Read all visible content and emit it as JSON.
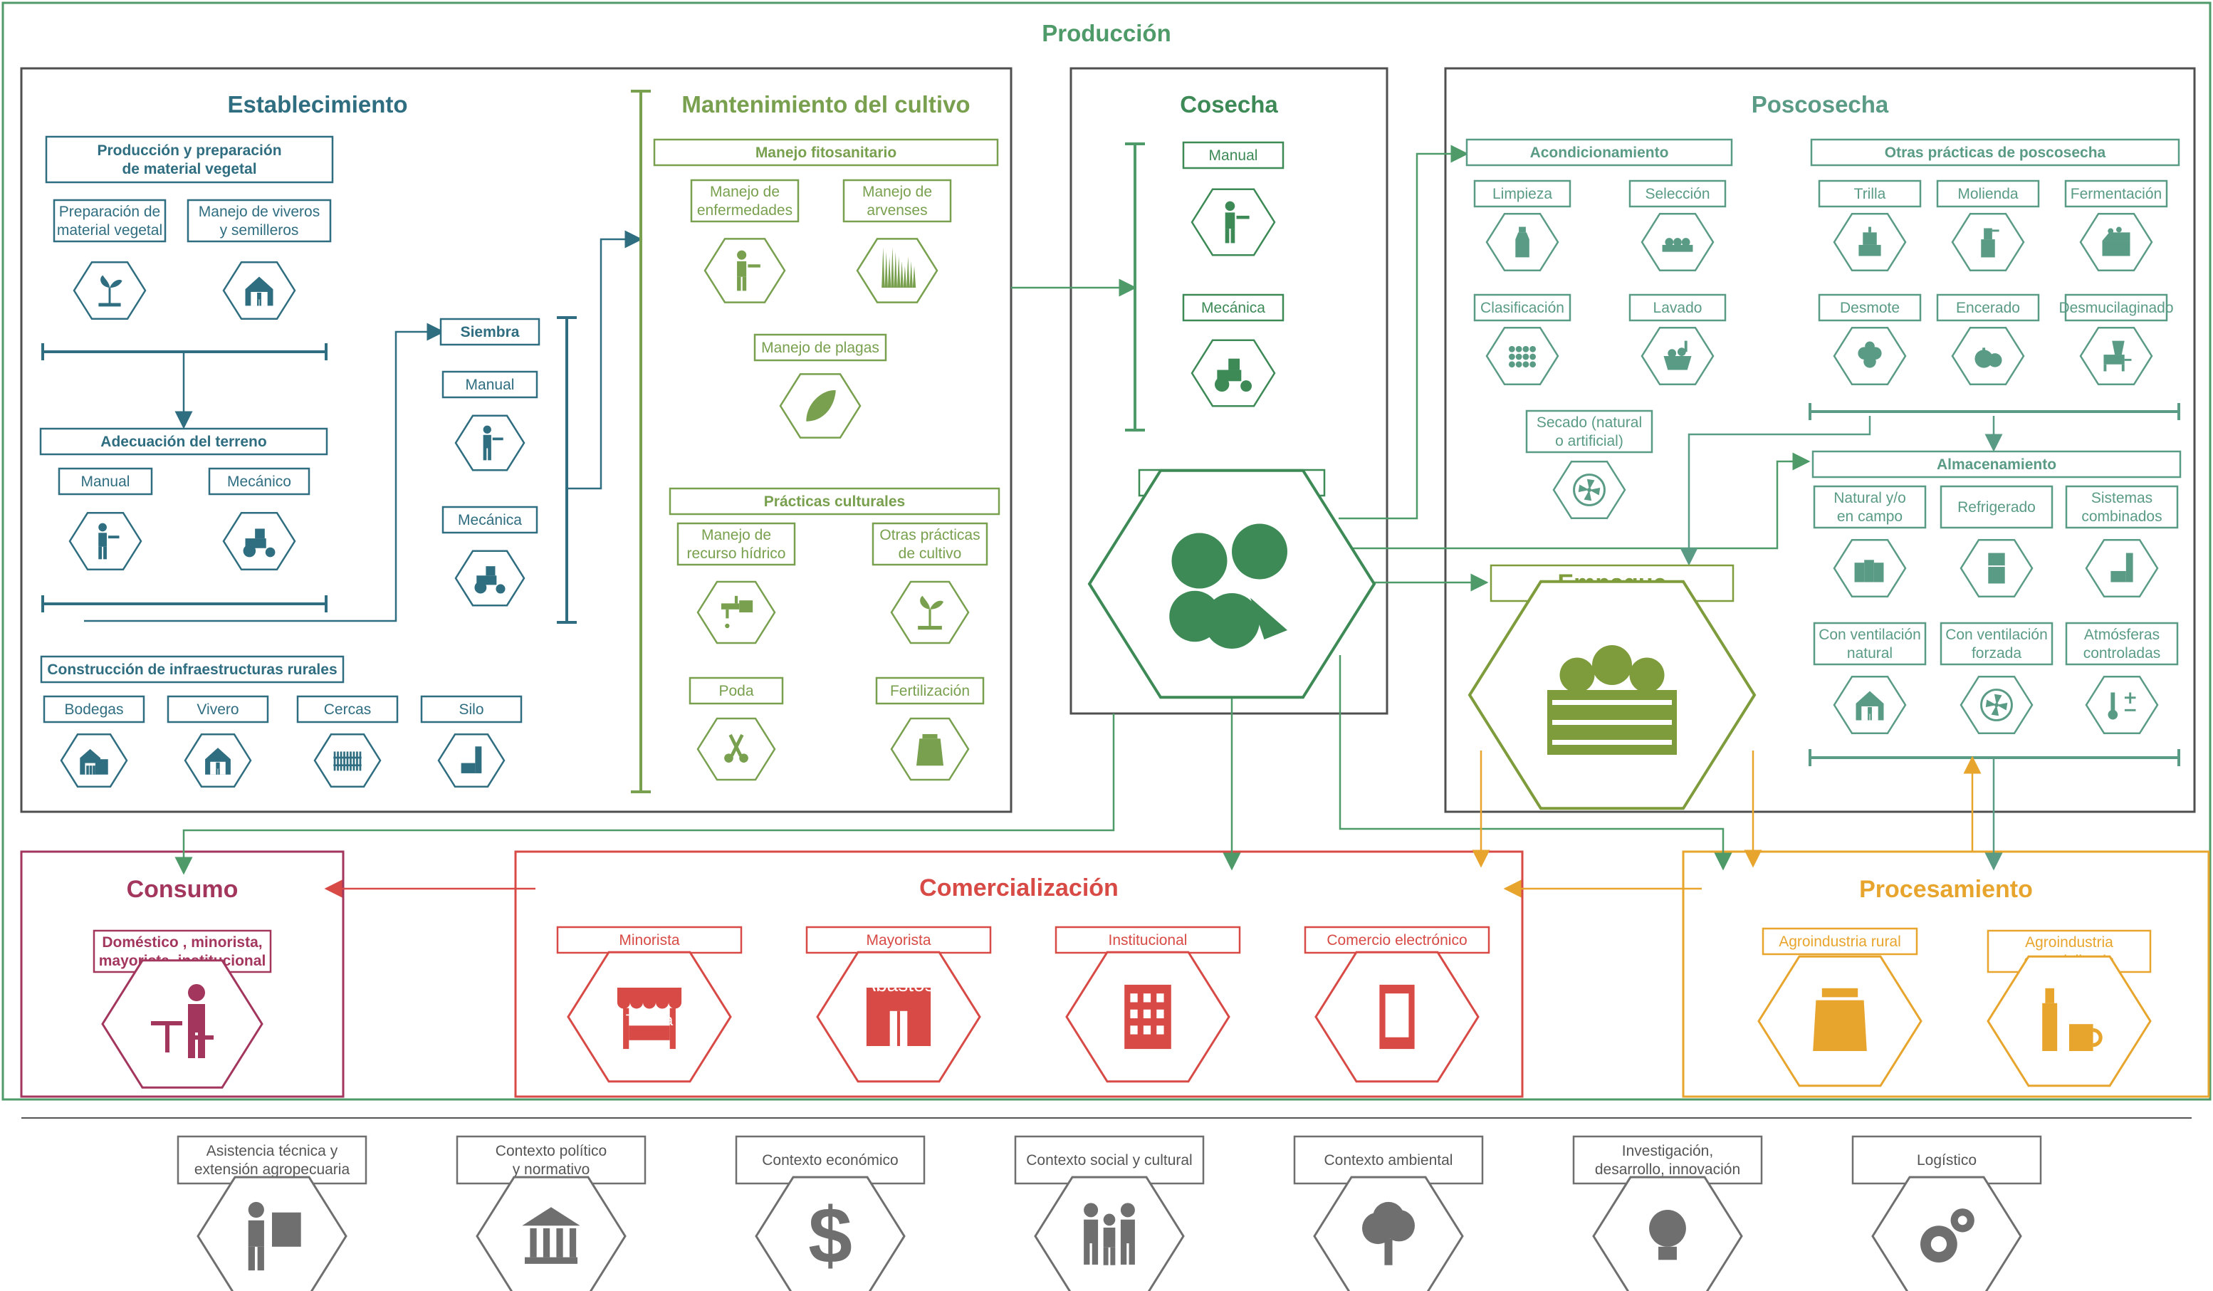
{
  "title": "Producción",
  "colors": {
    "establecimiento": "#2f6d80",
    "mantenimiento": "#78a04e",
    "cosecha": "#3d8a57",
    "poscosecha": "#5a9b86",
    "empaque": "#7e9c3c",
    "consumo": "#a3365d",
    "comercializacion": "#d84a45",
    "procesamiento": "#e8a52d",
    "contexto": "#6f6f6f"
  },
  "establecimiento": {
    "title": "Establecimiento",
    "produccion": {
      "title": [
        "Producción y preparación",
        "de material vegetal"
      ],
      "items": [
        {
          "label": [
            "Preparación de",
            "material vegetal"
          ],
          "icon": "hand-plant-icon"
        },
        {
          "label": [
            "Manejo de viveros",
            "y semilleros"
          ],
          "icon": "nursery-worker-icon"
        }
      ]
    },
    "adecuacion": {
      "title": "Adecuación del terreno",
      "items": [
        {
          "label": "Manual",
          "icon": "digging-worker-icon"
        },
        {
          "label": "Mecánico",
          "icon": "tractor-icon"
        }
      ]
    },
    "siembra": {
      "title": "Siembra",
      "items": [
        {
          "label": "Manual",
          "icon": "sowing-worker-icon"
        },
        {
          "label": "Mecánica",
          "icon": "tractor-icon"
        }
      ]
    },
    "infra": {
      "title": "Construcción de infraestructuras rurales",
      "items": [
        {
          "label": "Bodegas",
          "icon": "warehouse-icon"
        },
        {
          "label": "Vivero",
          "icon": "greenhouse-icon"
        },
        {
          "label": "Cercas",
          "icon": "fence-icon"
        },
        {
          "label": "Silo",
          "icon": "silo-icon"
        }
      ]
    }
  },
  "mantenimiento": {
    "title": "Mantenimiento del cultivo",
    "fitosanitario": {
      "title": "Manejo fitosanitario",
      "items": [
        {
          "label": [
            "Manejo de",
            "enfermedades"
          ],
          "icon": "sprayer-worker-icon"
        },
        {
          "label": [
            "Manejo de",
            "arvenses"
          ],
          "icon": "weeds-icon"
        },
        {
          "label": "Manejo de plagas",
          "icon": "damaged-leaf-icon"
        }
      ]
    },
    "culturales": {
      "title": "Prácticas culturales",
      "items": [
        {
          "label": [
            "Manejo de",
            "recurso hídrico"
          ],
          "icon": "faucet-icon"
        },
        {
          "label": [
            "Otras prácticas",
            "de cultivo"
          ],
          "icon": "seedling-icon"
        },
        {
          "label": "Poda",
          "icon": "pruning-shears-icon"
        },
        {
          "label": "Fertilización",
          "icon": "fertilizer-bag-icon"
        }
      ]
    }
  },
  "cosecha": {
    "title": "Cosecha",
    "items": [
      {
        "label": "Manual",
        "icon": "harvester-worker-icon"
      },
      {
        "label": "Mecánica",
        "icon": "harvester-machine-icon"
      }
    ],
    "fresco": {
      "title": "Producto en fresco",
      "icon": "vegetables-icon"
    }
  },
  "poscosecha": {
    "title": "Poscosecha",
    "acondicionamiento": {
      "title": "Acondicionamiento",
      "items": [
        {
          "label": "Limpieza",
          "icon": "spray-bottle-icon"
        },
        {
          "label": "Selección",
          "icon": "sorting-tray-icon"
        },
        {
          "label": "Clasificación",
          "icon": "tomatoes-grid-icon"
        },
        {
          "label": "Lavado",
          "icon": "washing-brush-icon"
        },
        {
          "label": [
            "Secado (natural",
            "o artificial)"
          ],
          "icon": "fan-icon"
        }
      ]
    },
    "otras": {
      "title": "Otras prácticas de poscosecha",
      "items": [
        {
          "label": "Trilla",
          "icon": "grinder-icon"
        },
        {
          "label": "Molienda",
          "icon": "mill-icon"
        },
        {
          "label": "Fermentación",
          "icon": "fermentation-box-icon"
        },
        {
          "label": "Desmote",
          "icon": "cotton-icon"
        },
        {
          "label": "Encerado",
          "icon": "waxed-tomato-icon"
        },
        {
          "label": "Desmucilaginado",
          "icon": "pulping-machine-icon"
        }
      ]
    },
    "almacenamiento": {
      "title": "Almacenamiento",
      "items": [
        {
          "label": [
            "Natural y/o",
            "en campo"
          ],
          "icon": "hay-bales-icon"
        },
        {
          "label": "Refrigerado",
          "icon": "refrigerator-icon"
        },
        {
          "label": [
            "Sistemas",
            "combinados"
          ],
          "icon": "silo-storage-icon"
        },
        {
          "label": [
            "Con ventilación",
            "natural"
          ],
          "icon": "ventilated-building-icon"
        },
        {
          "label": [
            "Con ventilación",
            "forzada"
          ],
          "icon": "fan-icon"
        },
        {
          "label": [
            "Atmósferas",
            "controladas"
          ],
          "icon": "thermometer-icon"
        }
      ]
    }
  },
  "empaque": {
    "title": "Empaque",
    "icon": "produce-crate-icon"
  },
  "consumo": {
    "title": "Consumo",
    "item": {
      "label": [
        "Doméstico , minorista,",
        "mayorista, institucional"
      ],
      "icon": "person-eating-icon"
    }
  },
  "comercializacion": {
    "title": "Comercialización",
    "items": [
      {
        "label": "Minorista",
        "icon": "shop-icon",
        "sign": "Tienda"
      },
      {
        "label": "Mayorista",
        "icon": "wholesale-market-icon",
        "sign": "Abastos"
      },
      {
        "label": "Institucional",
        "icon": "building-icon"
      },
      {
        "label": "Comercio electrónico",
        "icon": "smartphone-icon"
      }
    ]
  },
  "procesamiento": {
    "title": "Procesamiento",
    "items": [
      {
        "label": "Agroindustria rural",
        "icon": "jar-icon"
      },
      {
        "label": [
          "Agroindustria",
          "especializada"
        ],
        "icon": "bottle-cup-icon"
      }
    ]
  },
  "contexto": [
    {
      "label": [
        "Asistencia técnica y",
        "extensión agropecuaria"
      ],
      "icon": "presenter-icon"
    },
    {
      "label": [
        "Contexto político",
        "y normativo"
      ],
      "icon": "government-building-icon"
    },
    {
      "label": "Contexto económico",
      "icon": "dollar-icon"
    },
    {
      "label": "Contexto social y cultural",
      "icon": "people-icon"
    },
    {
      "label": "Contexto ambiental",
      "icon": "tree-icon"
    },
    {
      "label": [
        "Investigación,",
        "desarrollo, innovación"
      ],
      "icon": "lightbulb-icon"
    },
    {
      "label": "Logístico",
      "icon": "gears-icon"
    }
  ]
}
